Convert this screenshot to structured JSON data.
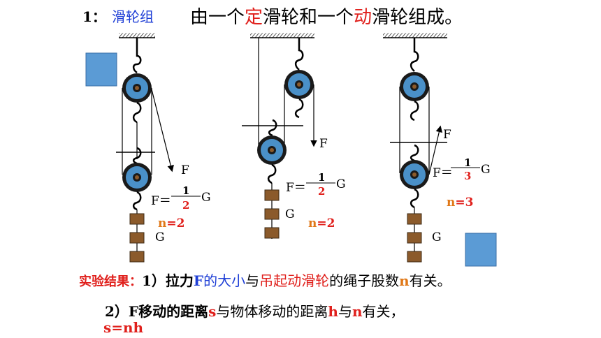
{
  "title": {
    "number": "1：",
    "label": "滑轮组",
    "text_parts": [
      "由一个",
      "定",
      "滑轮和一个",
      "动",
      "滑轮组成。"
    ]
  },
  "figures": [
    {
      "force_label": "F",
      "formula_prefix": "F＝",
      "numerator": "1",
      "denominator": "2",
      "formula_suffix": "G",
      "n_letter": "n",
      "n_value": "=2",
      "weight_label": "G"
    },
    {
      "force_label": "F",
      "formula_prefix": "F＝",
      "numerator": "1",
      "denominator": "2",
      "formula_suffix": "G",
      "n_letter": "n",
      "n_value": "=2",
      "weight_label": "G"
    },
    {
      "force_label": "F",
      "formula_prefix": "F＝",
      "numerator": "1",
      "denominator": "3",
      "formula_suffix": "G",
      "n_letter": "n",
      "n_value": "=3",
      "weight_label": "G"
    }
  ],
  "results": {
    "heading": "实验结果：",
    "line1_parts": [
      "1）拉力",
      "F",
      "的大小",
      "与",
      "吊起",
      "动滑轮",
      "的绳子股数",
      "n",
      "有关。"
    ],
    "line2_parts": [
      "2）F移动的距离",
      "s",
      "与物体移动的距离",
      "h",
      "与",
      "n",
      "有关，"
    ],
    "line3": "s=nh"
  },
  "colors": {
    "pulley_fill": "#4a90c8",
    "pulley_ring": "#1a1a1a",
    "weight_block": "#8b5a2b",
    "square_fill": "#5b9bd5",
    "title_red": "#e0201c",
    "title_blue": "#1f3fd6",
    "orange": "#e07818"
  }
}
